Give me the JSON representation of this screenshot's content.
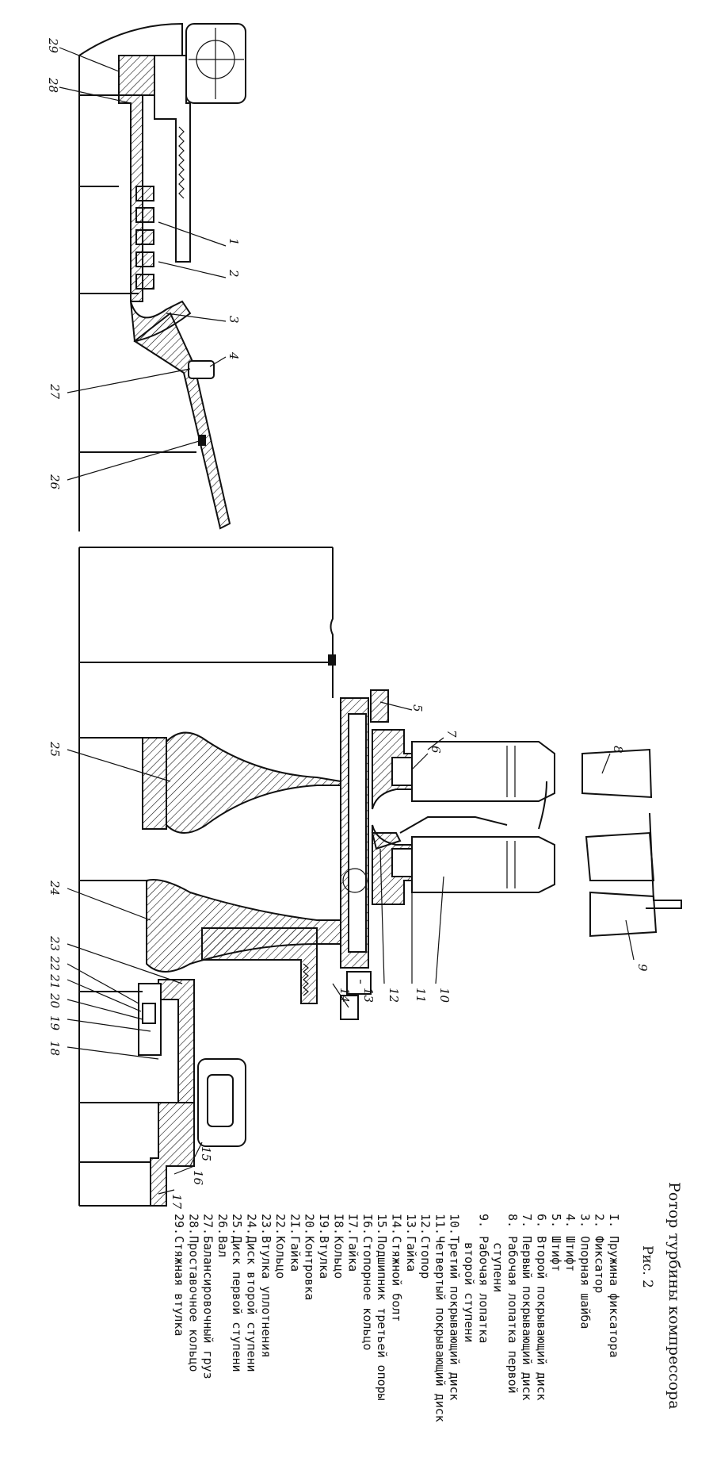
{
  "title": "Ротор турбины компрессора",
  "figure_label": "Рис. 2",
  "legend": [
    {
      "num": "I.",
      "text": "Пружина фиксатора"
    },
    {
      "num": "2.",
      "text": "Фиксатор"
    },
    {
      "num": "3.",
      "text": "Опорная шайба"
    },
    {
      "num": "4.",
      "text": "Штифт"
    },
    {
      "num": "5.",
      "text": "Штифт"
    },
    {
      "num": "6.",
      "text": "Второй покрывающий диск"
    },
    {
      "num": "7.",
      "text": "Первый покрывающий диск"
    },
    {
      "num": "8.",
      "text": "Рабочая лопатка первой"
    },
    {
      "num": "",
      "text": "ступени"
    },
    {
      "num": "9.",
      "text": "Рабочая лопатка"
    },
    {
      "num": "",
      "text": "второй ступени"
    },
    {
      "num": "10.",
      "text": "Третий покрывающий диск"
    },
    {
      "num": "11.",
      "text": "Четвертый покрывающий диск"
    },
    {
      "num": "12.",
      "text": "Стопор"
    },
    {
      "num": "13.",
      "text": "Гайка"
    },
    {
      "num": "I4.",
      "text": "Стяжной болт"
    },
    {
      "num": "15.",
      "text": "Подшипник третьей опоры"
    },
    {
      "num": "I6.",
      "text": "Стопорное кольцо"
    },
    {
      "num": "I7.",
      "text": "Гайка"
    },
    {
      "num": "I8.",
      "text": "Кольцо"
    },
    {
      "num": "I9.",
      "text": "Втулка"
    },
    {
      "num": "20.",
      "text": "Контровка"
    },
    {
      "num": "2I.",
      "text": "Гайка"
    },
    {
      "num": "22.",
      "text": "Кольцо"
    },
    {
      "num": "23.",
      "text": "Втулка уплотнения"
    },
    {
      "num": "24.",
      "text": "Диск второй ступени"
    },
    {
      "num": "25.",
      "text": "Диск первой ступени"
    },
    {
      "num": "26.",
      "text": "Вал"
    },
    {
      "num": "27.",
      "text": "Балансировочный груз"
    },
    {
      "num": "28.",
      "text": "Проставочное кольцо"
    },
    {
      "num": "29.",
      "text": "Стяжная втулка"
    }
  ],
  "callouts": [
    "1",
    "2",
    "3",
    "4",
    "5",
    "6",
    "7",
    "8",
    "9",
    "10",
    "11",
    "12",
    "13",
    "14",
    "15",
    "16",
    "17",
    "18",
    "19",
    "20",
    "21",
    "22",
    "23",
    "24",
    "25",
    "26",
    "27",
    "28",
    "29"
  ]
}
